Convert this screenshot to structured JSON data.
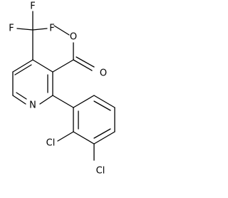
{
  "molecule": {
    "atom_labels": {
      "f_top": "F",
      "f_left": "F",
      "f_right": "F",
      "ester_oxygen_single": "O",
      "ester_oxygen_double": "O",
      "ring_nitrogen": "N",
      "chlorine_left": "Cl",
      "chlorine_bottom": "Cl"
    }
  }
}
